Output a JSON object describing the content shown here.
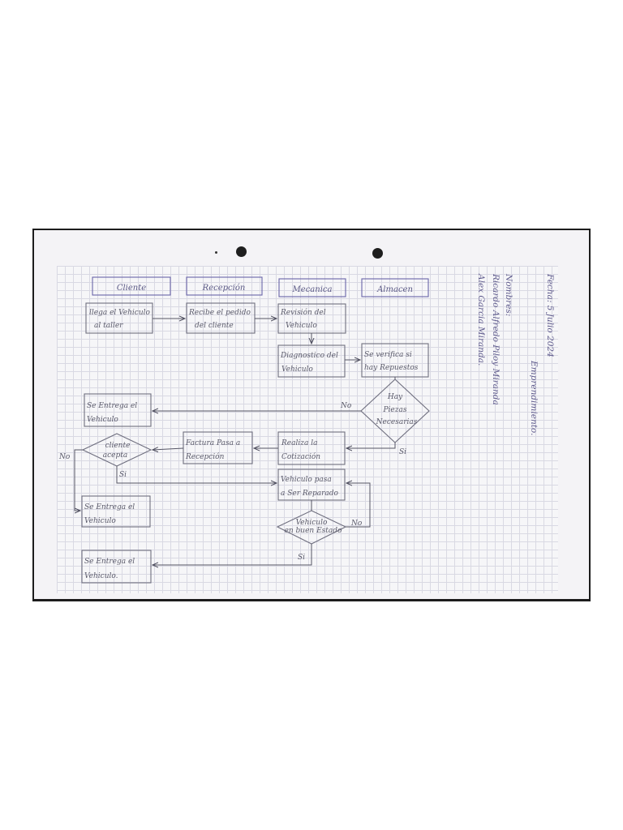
{
  "swimlanes": [
    "Cliente",
    "Recepción",
    "Mecanica",
    "Almacen"
  ],
  "boxes": {
    "llega": [
      "llega el Vehiculo",
      "al taller"
    ],
    "recibe": [
      "Recibe el pedido",
      "del cliente"
    ],
    "revision": [
      "Revisión del",
      "Vehiculo"
    ],
    "diagnostico": [
      "Diagnostico del",
      "Vehiculo"
    ],
    "verifica": [
      "Se verifica si",
      "hay Repuestos"
    ],
    "entrega1": [
      "Se Entrega el",
      "Vehiculo"
    ],
    "cotizacion": [
      "Realiza la",
      "Cotización"
    ],
    "factura": [
      "Factura Pasa a",
      "Recepción"
    ],
    "reparado": [
      "Vehiculo pasa",
      "a Ser Reparado"
    ],
    "entrega2": [
      "Se Entrega el",
      "Vehiculo"
    ],
    "entrega3": [
      "Se Entrega el",
      "Vehiculo."
    ]
  },
  "decisions": {
    "piezas": [
      "Hay",
      "Piezas",
      "Necesarias"
    ],
    "cliente": [
      "cliente",
      "acepta"
    ],
    "listo": [
      "Vehiculo",
      "en buen Estado"
    ]
  },
  "labels": {
    "no_piezas": "No",
    "si_piezas": "Si",
    "no_cliente": "No",
    "si_cliente": "Si",
    "no_listo": "No",
    "si_listo": "Si"
  },
  "notes": {
    "fecha": "Fecha: 5 Julio 2024",
    "tema": "Emprendimiento.",
    "nombres_label": "Nombres:",
    "nombre1": "Ricardo Alfredo Piloy Miranda",
    "nombre2": "Alex Garcia Miranda."
  },
  "colors": {
    "ink": "#5a5a6a",
    "header_ink": "#5c5a86",
    "grid": "#d9d9e3"
  }
}
